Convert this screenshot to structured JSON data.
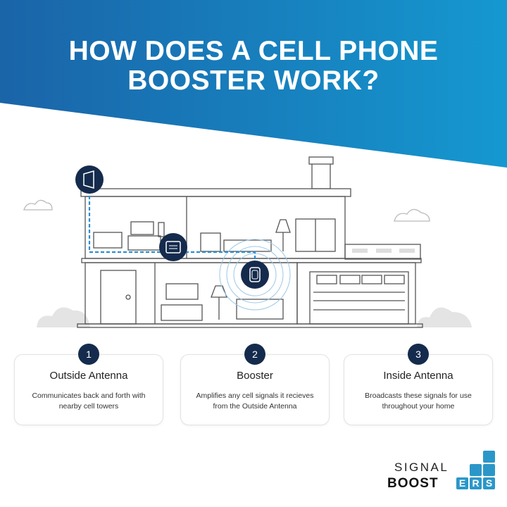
{
  "header": {
    "title_line1": "HOW DOES A CELL PHONE",
    "title_line2": "BOOSTER WORK?"
  },
  "colors": {
    "header_start": "#1a64a8",
    "header_end": "#1598d0",
    "navy": "#152b4d",
    "signal_line": "#2b8fd0"
  },
  "diagram": {
    "icons": [
      "outside-antenna-icon",
      "booster-icon",
      "inside-antenna-icon"
    ]
  },
  "steps": [
    {
      "number": "1",
      "title": "Outside Antenna",
      "description": "Communicates back and forth with nearby cell towers"
    },
    {
      "number": "2",
      "title": "Booster",
      "description": "Amplifies any cell signals it recieves from the Outside Antenna"
    },
    {
      "number": "3",
      "title": "Inside Antenna",
      "description": "Broadcasts these signals for use throughout your home"
    }
  ],
  "logo": {
    "line1": "SIGNAL",
    "line2": "BOOST",
    "letters": [
      "E",
      "R",
      "S"
    ]
  }
}
